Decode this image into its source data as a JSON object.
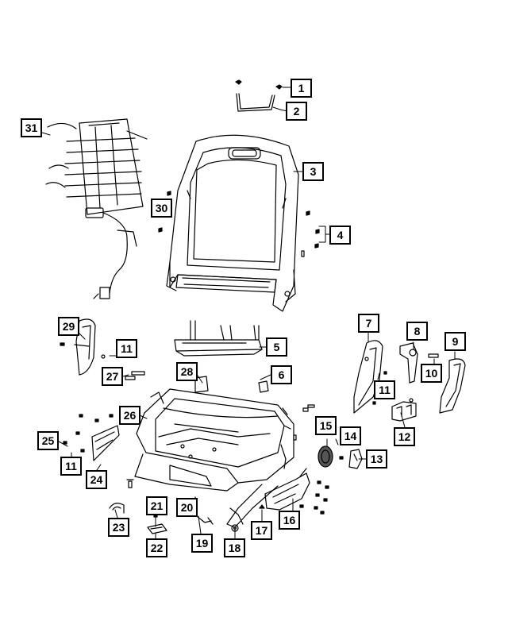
{
  "diagram": {
    "callouts": [
      {
        "id": "c1",
        "label": "1"
      },
      {
        "id": "c2",
        "label": "2"
      },
      {
        "id": "c3",
        "label": "3"
      },
      {
        "id": "c4",
        "label": "4"
      },
      {
        "id": "c5",
        "label": "5"
      },
      {
        "id": "c6",
        "label": "6"
      },
      {
        "id": "c7",
        "label": "7"
      },
      {
        "id": "c8",
        "label": "8"
      },
      {
        "id": "c9",
        "label": "9"
      },
      {
        "id": "c10",
        "label": "10"
      },
      {
        "id": "c11a",
        "label": "11"
      },
      {
        "id": "c11b",
        "label": "11"
      },
      {
        "id": "c11c",
        "label": "11"
      },
      {
        "id": "c12",
        "label": "12"
      },
      {
        "id": "c13",
        "label": "13"
      },
      {
        "id": "c14",
        "label": "14"
      },
      {
        "id": "c15",
        "label": "15"
      },
      {
        "id": "c16",
        "label": "16"
      },
      {
        "id": "c17",
        "label": "17"
      },
      {
        "id": "c18",
        "label": "18"
      },
      {
        "id": "c19",
        "label": "19"
      },
      {
        "id": "c20",
        "label": "20"
      },
      {
        "id": "c21",
        "label": "21"
      },
      {
        "id": "c22",
        "label": "22"
      },
      {
        "id": "c23",
        "label": "23"
      },
      {
        "id": "c24",
        "label": "24"
      },
      {
        "id": "c25",
        "label": "25"
      },
      {
        "id": "c26",
        "label": "26"
      },
      {
        "id": "c27",
        "label": "27"
      },
      {
        "id": "c28",
        "label": "28"
      },
      {
        "id": "c29",
        "label": "29"
      },
      {
        "id": "c30",
        "label": "30"
      },
      {
        "id": "c31",
        "label": "31"
      }
    ]
  }
}
